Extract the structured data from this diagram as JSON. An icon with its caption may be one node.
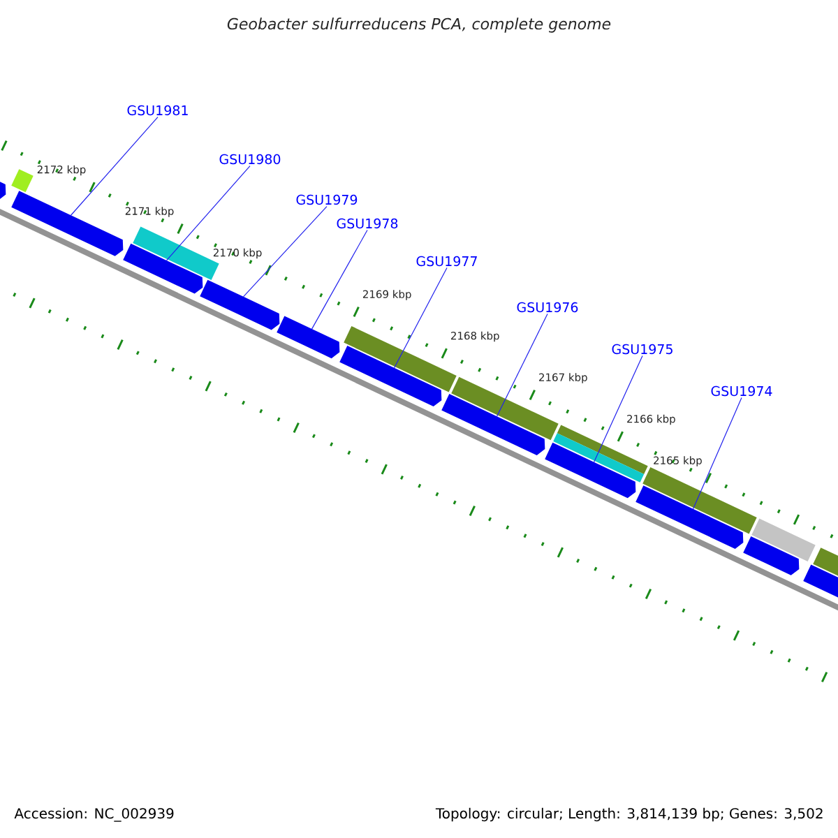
{
  "diagram": {
    "title": "Geobacter sulfurreducens PCA, complete genome",
    "nodes": [
      {
        "text": [
          "GSU1981"
        ]
      },
      {
        "text": [
          "GSU1980"
        ]
      },
      {
        "text": [
          "GSU1979"
        ]
      },
      {
        "text": [
          "GSU1978"
        ]
      },
      {
        "text": [
          "GSU1977"
        ]
      },
      {
        "text": [
          "GSU1976"
        ]
      },
      {
        "text": [
          "GSU1975"
        ]
      },
      {
        "text": [
          "GSU1974"
        ]
      },
      {
        "text": [],
        "shape": "arrow"
      },
      {
        "text": [],
        "shape": "arrow"
      },
      {
        "text": [],
        "shape": "arrow"
      },
      {
        "text": [],
        "shape": "arrow"
      },
      {
        "text": [],
        "shape": "arrow"
      },
      {
        "text": [],
        "shape": "arrow"
      },
      {
        "text": [],
        "shape": "arrow"
      },
      {
        "text": [],
        "shape": "arrow"
      },
      {
        "text": [],
        "shape": "arrow"
      },
      {
        "text": [],
        "shape": "arrow"
      },
      {
        "text": [],
        "shape": "arrow"
      },
      {
        "text": [],
        "shape": "bar"
      },
      {
        "text": [],
        "shape": "bar"
      },
      {
        "text": [],
        "shape": "bar"
      },
      {
        "text": [],
        "shape": "bar"
      },
      {
        "text": [],
        "shape": "bar"
      },
      {
        "text": [],
        "shape": "bar"
      },
      {
        "text": [],
        "shape": "bar"
      },
      {
        "text": [],
        "shape": "bar"
      },
      {
        "text": [],
        "shape": "bar"
      }
    ],
    "edges": [
      {
        "from": 0,
        "to": 9,
        "arrow": "none"
      },
      {
        "from": 1,
        "to": 10,
        "arrow": "none"
      },
      {
        "from": 2,
        "to": 11,
        "arrow": "none"
      },
      {
        "from": 3,
        "to": 12,
        "arrow": "none"
      },
      {
        "from": 4,
        "to": 13,
        "arrow": "none"
      },
      {
        "from": 5,
        "to": 14,
        "arrow": "none"
      },
      {
        "from": 6,
        "to": 15,
        "arrow": "none"
      },
      {
        "from": 7,
        "to": 16,
        "arrow": "none"
      }
    ],
    "labels": [
      "2172 kbp",
      "2171 kbp",
      "2170 kbp",
      "2169 kbp",
      "2168 kbp",
      "2167 kbp",
      "2166 kbp",
      "2165 kbp",
      "Accession: NC_002939",
      "Topology: circular; Length: 3,814,139 bp; Genes: 3,502"
    ]
  }
}
